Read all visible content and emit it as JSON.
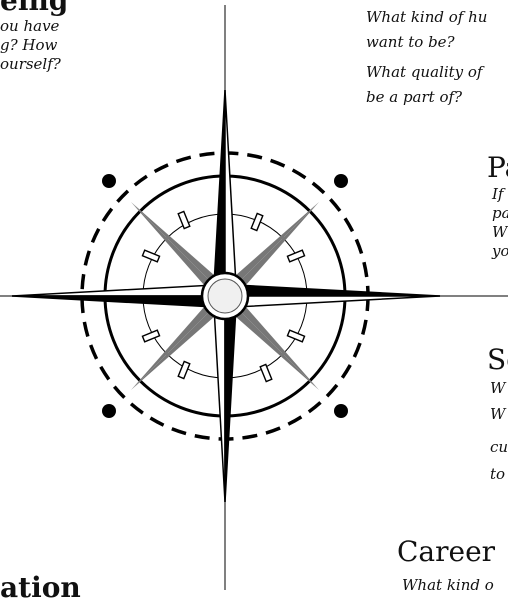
{
  "sections": {
    "top_left": {
      "heading": "eing",
      "lines": [
        "ou have",
        "g? How",
        "ourself?"
      ]
    },
    "top_right": {
      "lines": [
        "What kind of hu",
        "want to be?",
        "What quality of",
        "be a part of?"
      ]
    },
    "right_middle": {
      "heading": "Pa",
      "lines": [
        "If",
        "pa",
        "W",
        "yo"
      ]
    },
    "right_lower": {
      "heading": "Sc",
      "lines": [
        "W",
        "W",
        "cu",
        "to"
      ]
    },
    "career": {
      "heading": "Career",
      "lines": [
        "What kind o"
      ]
    },
    "bottom_left": {
      "heading": "ation"
    }
  },
  "colors": {
    "ink": "#000000",
    "grey_points": "#777777",
    "background": "#ffffff"
  },
  "icons": [
    "compass-rose-icon"
  ]
}
